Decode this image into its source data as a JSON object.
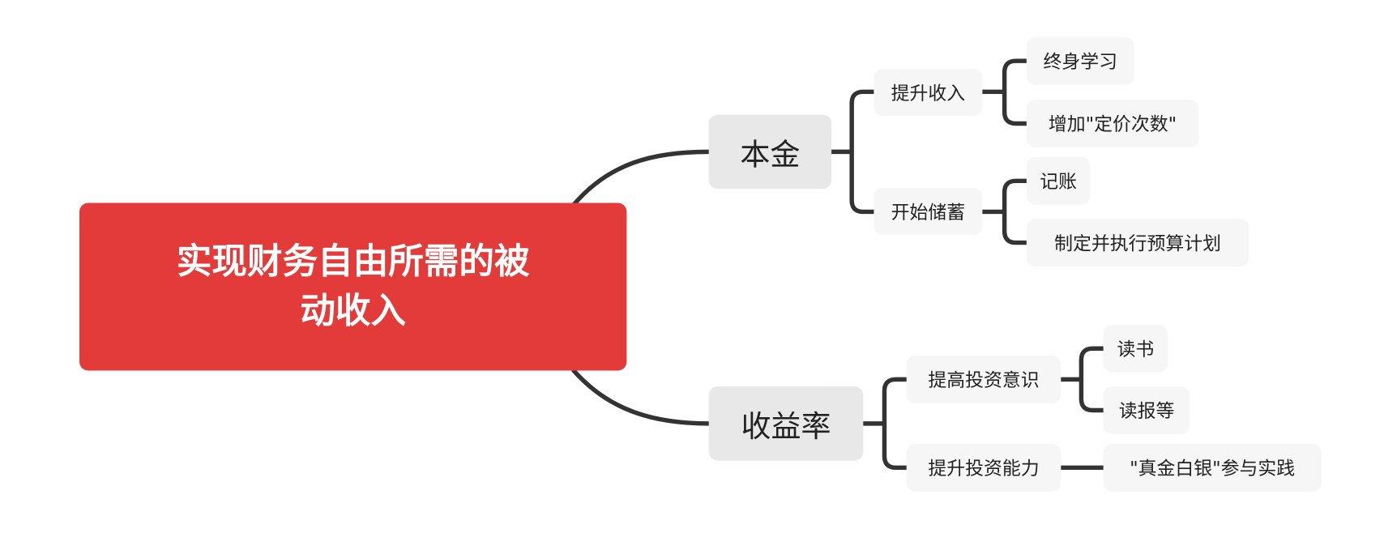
{
  "root": {
    "line1": "实现财务自由所需的被",
    "line2": "动收入",
    "color": "#e33b3a"
  },
  "branches": [
    {
      "label": "本金",
      "children": [
        {
          "label": "提升收入",
          "children": [
            "终身学习",
            "增加\"定价次数\""
          ]
        },
        {
          "label": "开始储蓄",
          "children": [
            "记账",
            "制定并执行预算计划"
          ]
        }
      ]
    },
    {
      "label": "收益率",
      "children": [
        {
          "label": "提高投资意识",
          "children": [
            "读书",
            "读报等"
          ]
        },
        {
          "label": "提升投资能力",
          "children": [
            "\"真金白银\"参与实践"
          ]
        }
      ]
    }
  ]
}
